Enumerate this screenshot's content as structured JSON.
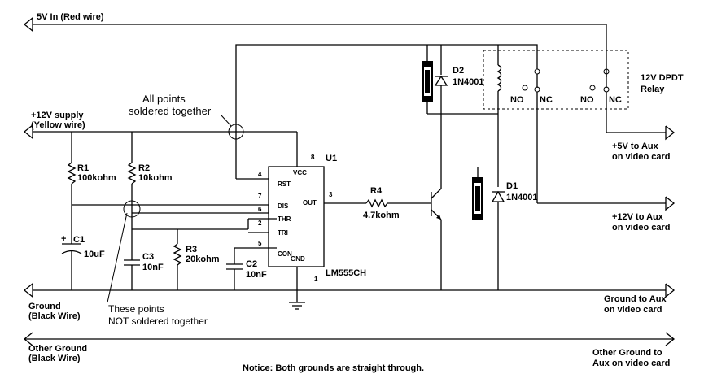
{
  "rails": {
    "v5_in": "5V In (Red wire)",
    "v12_supply_line1": "+12V supply",
    "v12_supply_line2": "(Yellow wire)",
    "ground_line1": "Ground",
    "ground_line2": "(Black Wire)",
    "other_ground_line1": "Other Ground",
    "other_ground_line2": "(Black Wire)"
  },
  "outputs": {
    "aux5_line1": "+5V to Aux",
    "aux5_line2": "on video card",
    "aux12_line1": "+12V to Aux",
    "aux12_line2": "on video card",
    "gnd_line1": "Ground to Aux",
    "gnd_line2": "on video card",
    "other_gnd_line1": "Other Ground to",
    "other_gnd_line2": "Aux on video card"
  },
  "components": {
    "r1_name": "R1",
    "r1_value": "100kohm",
    "r2_name": "R2",
    "r2_value": "10kohm",
    "r3_name": "R3",
    "r3_value": "20kohm",
    "r4_name": "R4",
    "r4_value": "4.7kohm",
    "c1_name": "C1",
    "c1_value": "10uF",
    "c1_plus": "+",
    "c2_name": "C2",
    "c2_value": "10nF",
    "c3_name": "C3",
    "c3_value": "10nF",
    "d1_name": "D1",
    "d1_value": "1N4001",
    "d2_name": "D2",
    "d2_value": "1N4001",
    "u1_name": "U1",
    "u1_part": "LM555CH",
    "relay_line1": "12V DPDT",
    "relay_line2": "Relay",
    "no_a": "NO",
    "nc_a": "NC",
    "no_b": "NO",
    "nc_b": "NC"
  },
  "pins": {
    "p8": "8",
    "p4": "4",
    "p7": "7",
    "p6": "6",
    "p2": "2",
    "p5": "5",
    "p3": "3",
    "p1": "1",
    "vcc": "VCC",
    "rst": "RST",
    "dis": "DIS",
    "thr": "THR",
    "tri": "TRI",
    "out": "OUT",
    "con": "CON",
    "gnd": "GND"
  },
  "annotations": {
    "soldered_line1": "All points",
    "soldered_line2": "soldered together",
    "not_soldered_line1": "These points",
    "not_soldered_line2": "NOT soldered together",
    "notice": "Notice: Both grounds are straight through."
  }
}
